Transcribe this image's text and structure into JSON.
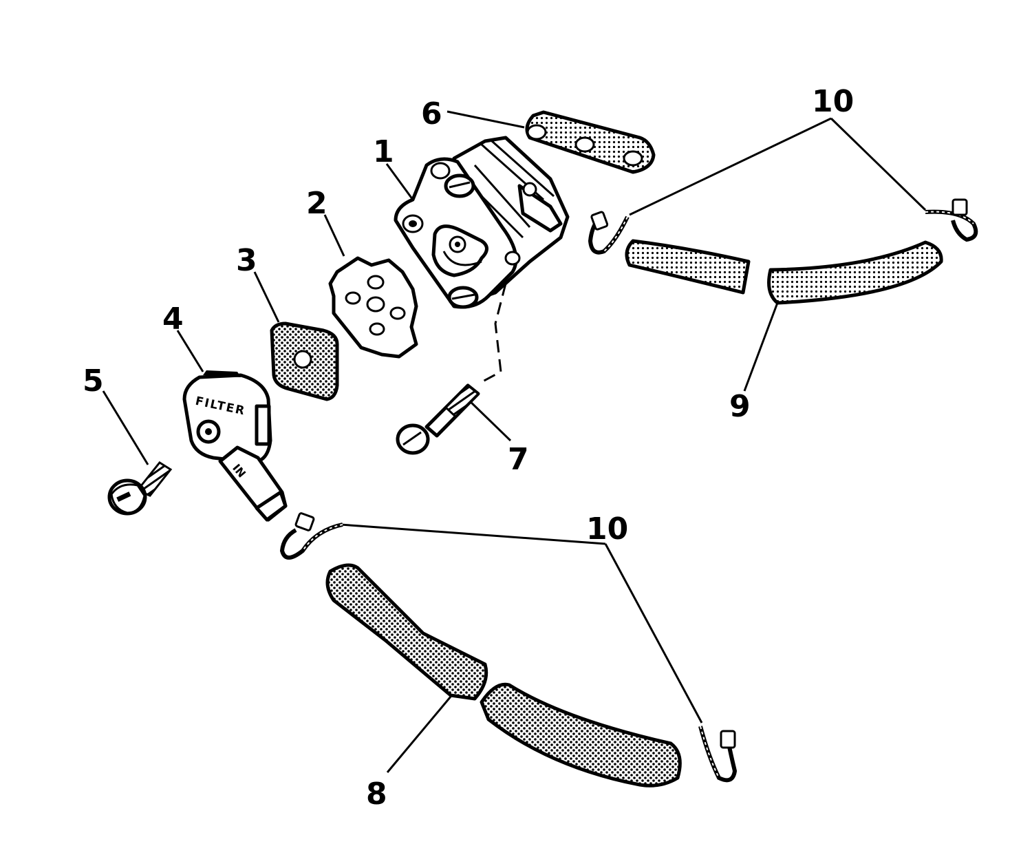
{
  "diagram": {
    "callouts": [
      {
        "id": "1",
        "label": "1"
      },
      {
        "id": "2",
        "label": "2"
      },
      {
        "id": "3",
        "label": "3"
      },
      {
        "id": "4",
        "label": "4"
      },
      {
        "id": "5",
        "label": "5"
      },
      {
        "id": "6",
        "label": "6"
      },
      {
        "id": "7",
        "label": "7"
      },
      {
        "id": "8",
        "label": "8"
      },
      {
        "id": "9",
        "label": "9"
      },
      {
        "id": "10a",
        "label": "10"
      },
      {
        "id": "10b",
        "label": "10"
      }
    ],
    "part_markings": {
      "filter_cover_text": "FILTER",
      "filter_cover_outlet": "IN"
    },
    "colors": {
      "ink": "#000000",
      "paper": "#ffffff"
    }
  }
}
